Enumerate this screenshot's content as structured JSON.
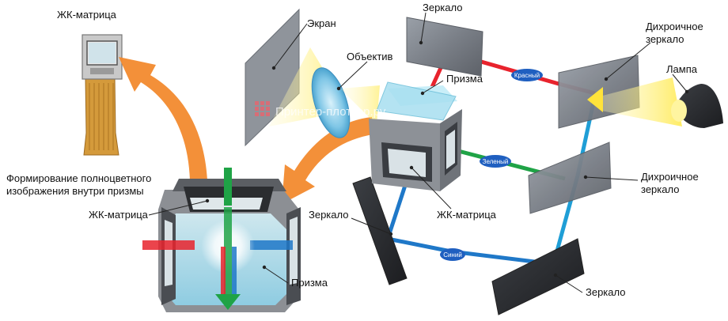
{
  "labels": {
    "lcd_top": "ЖК-матрица",
    "screen": "Экран",
    "lens": "Объектив",
    "mirror_top": "Зеркало",
    "prism_top": "Призма",
    "dichroic_1": [
      "Дихроичное",
      "зеркало"
    ],
    "lamp": "Лампа",
    "formation": [
      "Формирование полноцветного",
      "изображения внутри призмы"
    ],
    "lcd_left": "ЖК-матрица",
    "dichroic_2": [
      "Дихроичное",
      "зеркало"
    ],
    "mirror_left": "Зеркало",
    "lcd_center": "ЖК-матрица",
    "prism_bottom": "Призма",
    "mirror_bottom": "Зеркало"
  },
  "beams": {
    "red": "Красный",
    "green": "Зеленый",
    "blue": "Синий"
  },
  "watermark": "Принтер-плоттер.ру",
  "colors": {
    "red_beam": "#e8232d",
    "green_beam": "#1fa346",
    "blue_beam": "#1f78c8",
    "badge_bg": "#1f5fc0",
    "arrow_orange": "#f28a2e",
    "mirror_gray": "#7b7f86",
    "prism_cyan": "#a8dff0"
  }
}
